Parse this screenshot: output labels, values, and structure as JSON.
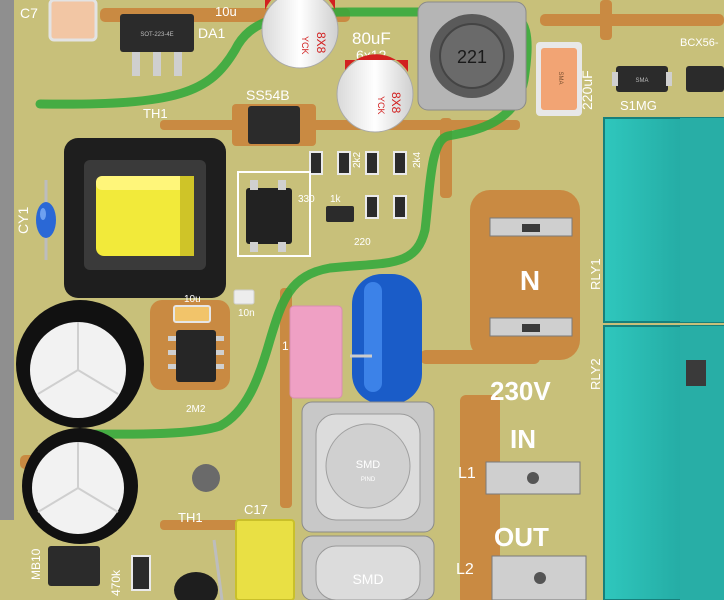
{
  "labels": {
    "c7": "C7",
    "val_10u_top": "10u",
    "da1": "DA1",
    "ic_sot": "SOT-223-4E",
    "cap_top_a": "8X8",
    "cap_top_b": "YCK",
    "cap_80uf": "80uF",
    "cap_6x12": "6x12",
    "cap_mid_a": "8X8",
    "cap_mid_b": "YCK",
    "ind_221": "221",
    "cap_220uf": "220uF",
    "bcx": "BCX56-",
    "s1mg": "S1MG",
    "smd_small": "SMA",
    "th1_top": "TH1",
    "ss54b": "SS54B",
    "cy1": "CY1",
    "r330": "330",
    "r1k": "1k",
    "r2k2": "2k2",
    "r2k4": "2k4",
    "r220": "220",
    "n_label": "N",
    "rly1": "RLY1",
    "rly2": "RLY2",
    "c10u_mid": "10u",
    "c10n": "10n",
    "r2m2": "2M2",
    "v230": "230V",
    "in_label": "IN",
    "out_label": "OUT",
    "l1": "L1",
    "l2": "L2",
    "smd_a": "SMD",
    "pind": "PIND",
    "smd_b": "SMD",
    "th1_bottom": "TH1",
    "c17": "C17",
    "mb10": "MB10",
    "r470k": "470k",
    "one": "1"
  },
  "colors": {
    "board": "#c8c07a",
    "copper": "#c98a42",
    "silk": "#ffffff",
    "relay": "#2bb8b0",
    "trace_green": "#2ea83a",
    "ferrite_blue": "#1a5cc8",
    "transformer_yellow": "#f2ea3a"
  }
}
